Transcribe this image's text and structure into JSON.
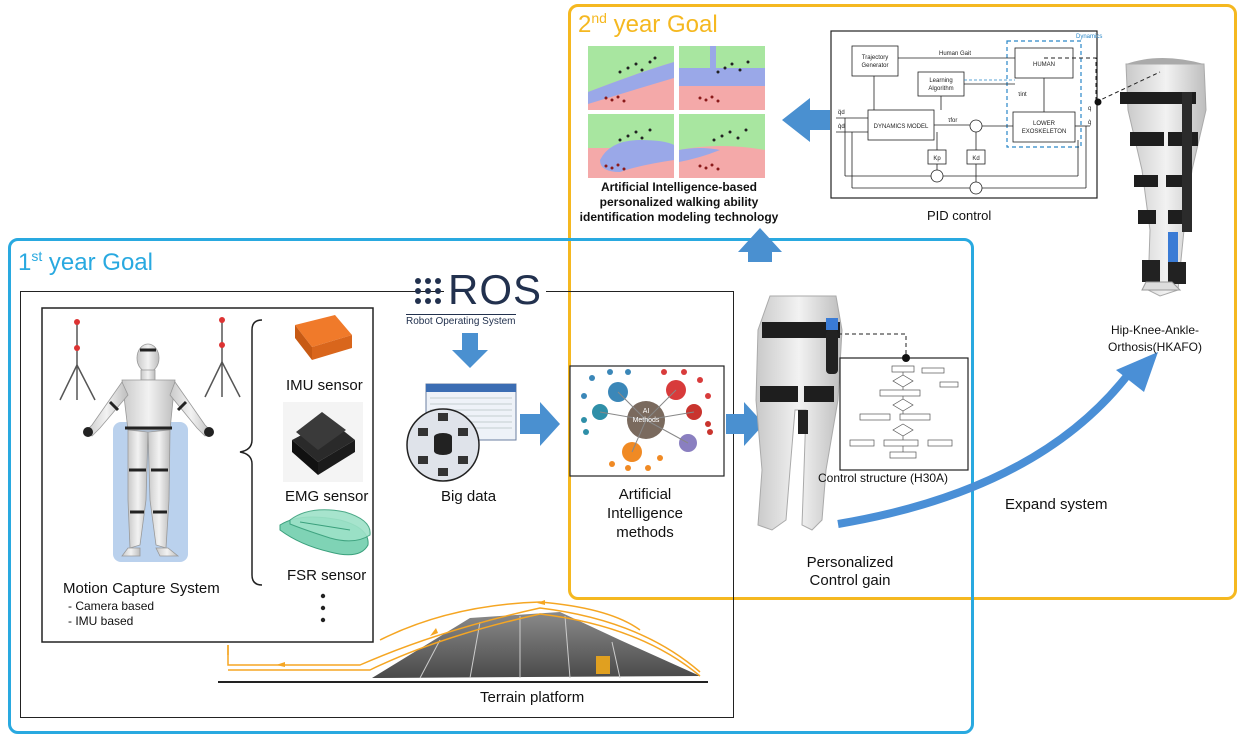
{
  "goals": {
    "year1": {
      "number": "1",
      "suffix": "st",
      "text": " year Goal",
      "color": "#29a9e0"
    },
    "year2": {
      "number": "2",
      "suffix": "nd",
      "text": " year Goal",
      "color": "#f5b820"
    }
  },
  "ros": {
    "logo_text": "ROS",
    "subtitle": "Robot Operating System"
  },
  "mocap": {
    "title": "Motion Capture System",
    "items": [
      "- Camera based",
      "- IMU based"
    ]
  },
  "sensors": [
    {
      "label": "IMU sensor"
    },
    {
      "label": "EMG sensor"
    },
    {
      "label": "FSR sensor"
    }
  ],
  "big_data": {
    "label": "Big data"
  },
  "ai_methods": {
    "label_lines": [
      "Artificial",
      "Intelligence",
      "methods"
    ],
    "center": "AI\nMethods"
  },
  "personalized": {
    "label_lines": [
      "Personalized",
      "Control gain"
    ]
  },
  "control_structure": {
    "label": "Control structure (H30A)"
  },
  "terrain": {
    "label": "Terrain platform"
  },
  "ai_model": {
    "label_lines": [
      "Artificial Intelligence-based",
      "personalized walking ability",
      "identification modeling technology"
    ]
  },
  "pid": {
    "label": "PID control",
    "blocks": {
      "trajectory": "Trajectory\nGenerator",
      "human_gait": "Human Gait",
      "human": "HUMAN",
      "dynamics": "Dynamics",
      "learning": "Learning\nAlgorithm",
      "dynamics_model": "DYNAMICS MODEL",
      "lower_exo": "LOWER\nEXOSKELETON",
      "kp": "Kp",
      "kd": "Kd"
    }
  },
  "hkafo": {
    "label_lines": [
      "Hip-Knee-Ankle-",
      "Orthosis(HKAFO)"
    ]
  },
  "expand": {
    "label": "Expand system"
  },
  "colors": {
    "arrow_blue": "#4a90d0",
    "expand_blue": "#4a8fd6",
    "terrain_orange": "#f5a623"
  }
}
